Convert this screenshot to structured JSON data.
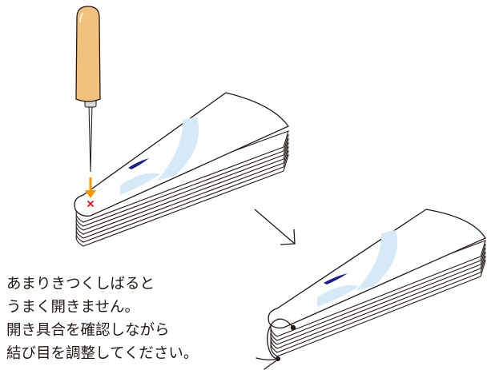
{
  "instructions": {
    "lines": [
      "あまりきつくしばると",
      "うまく開きません。",
      "開き具合を確認しながら",
      "結び目を調整してください。"
    ]
  },
  "illustrations": {
    "step1": {
      "tool": "awl-icon",
      "object": "stacked-fan-blades",
      "marker_color": "#e60012",
      "arrow_color": "#f39800"
    },
    "step2": {
      "object": "tied-fan-blades",
      "tie": "string-knot-icon"
    }
  },
  "colors": {
    "outline": "#231815",
    "accent_light_blue": "#d6e9f7",
    "accent_navy": "#1d2088",
    "awl_handle": "#f1c27d"
  }
}
